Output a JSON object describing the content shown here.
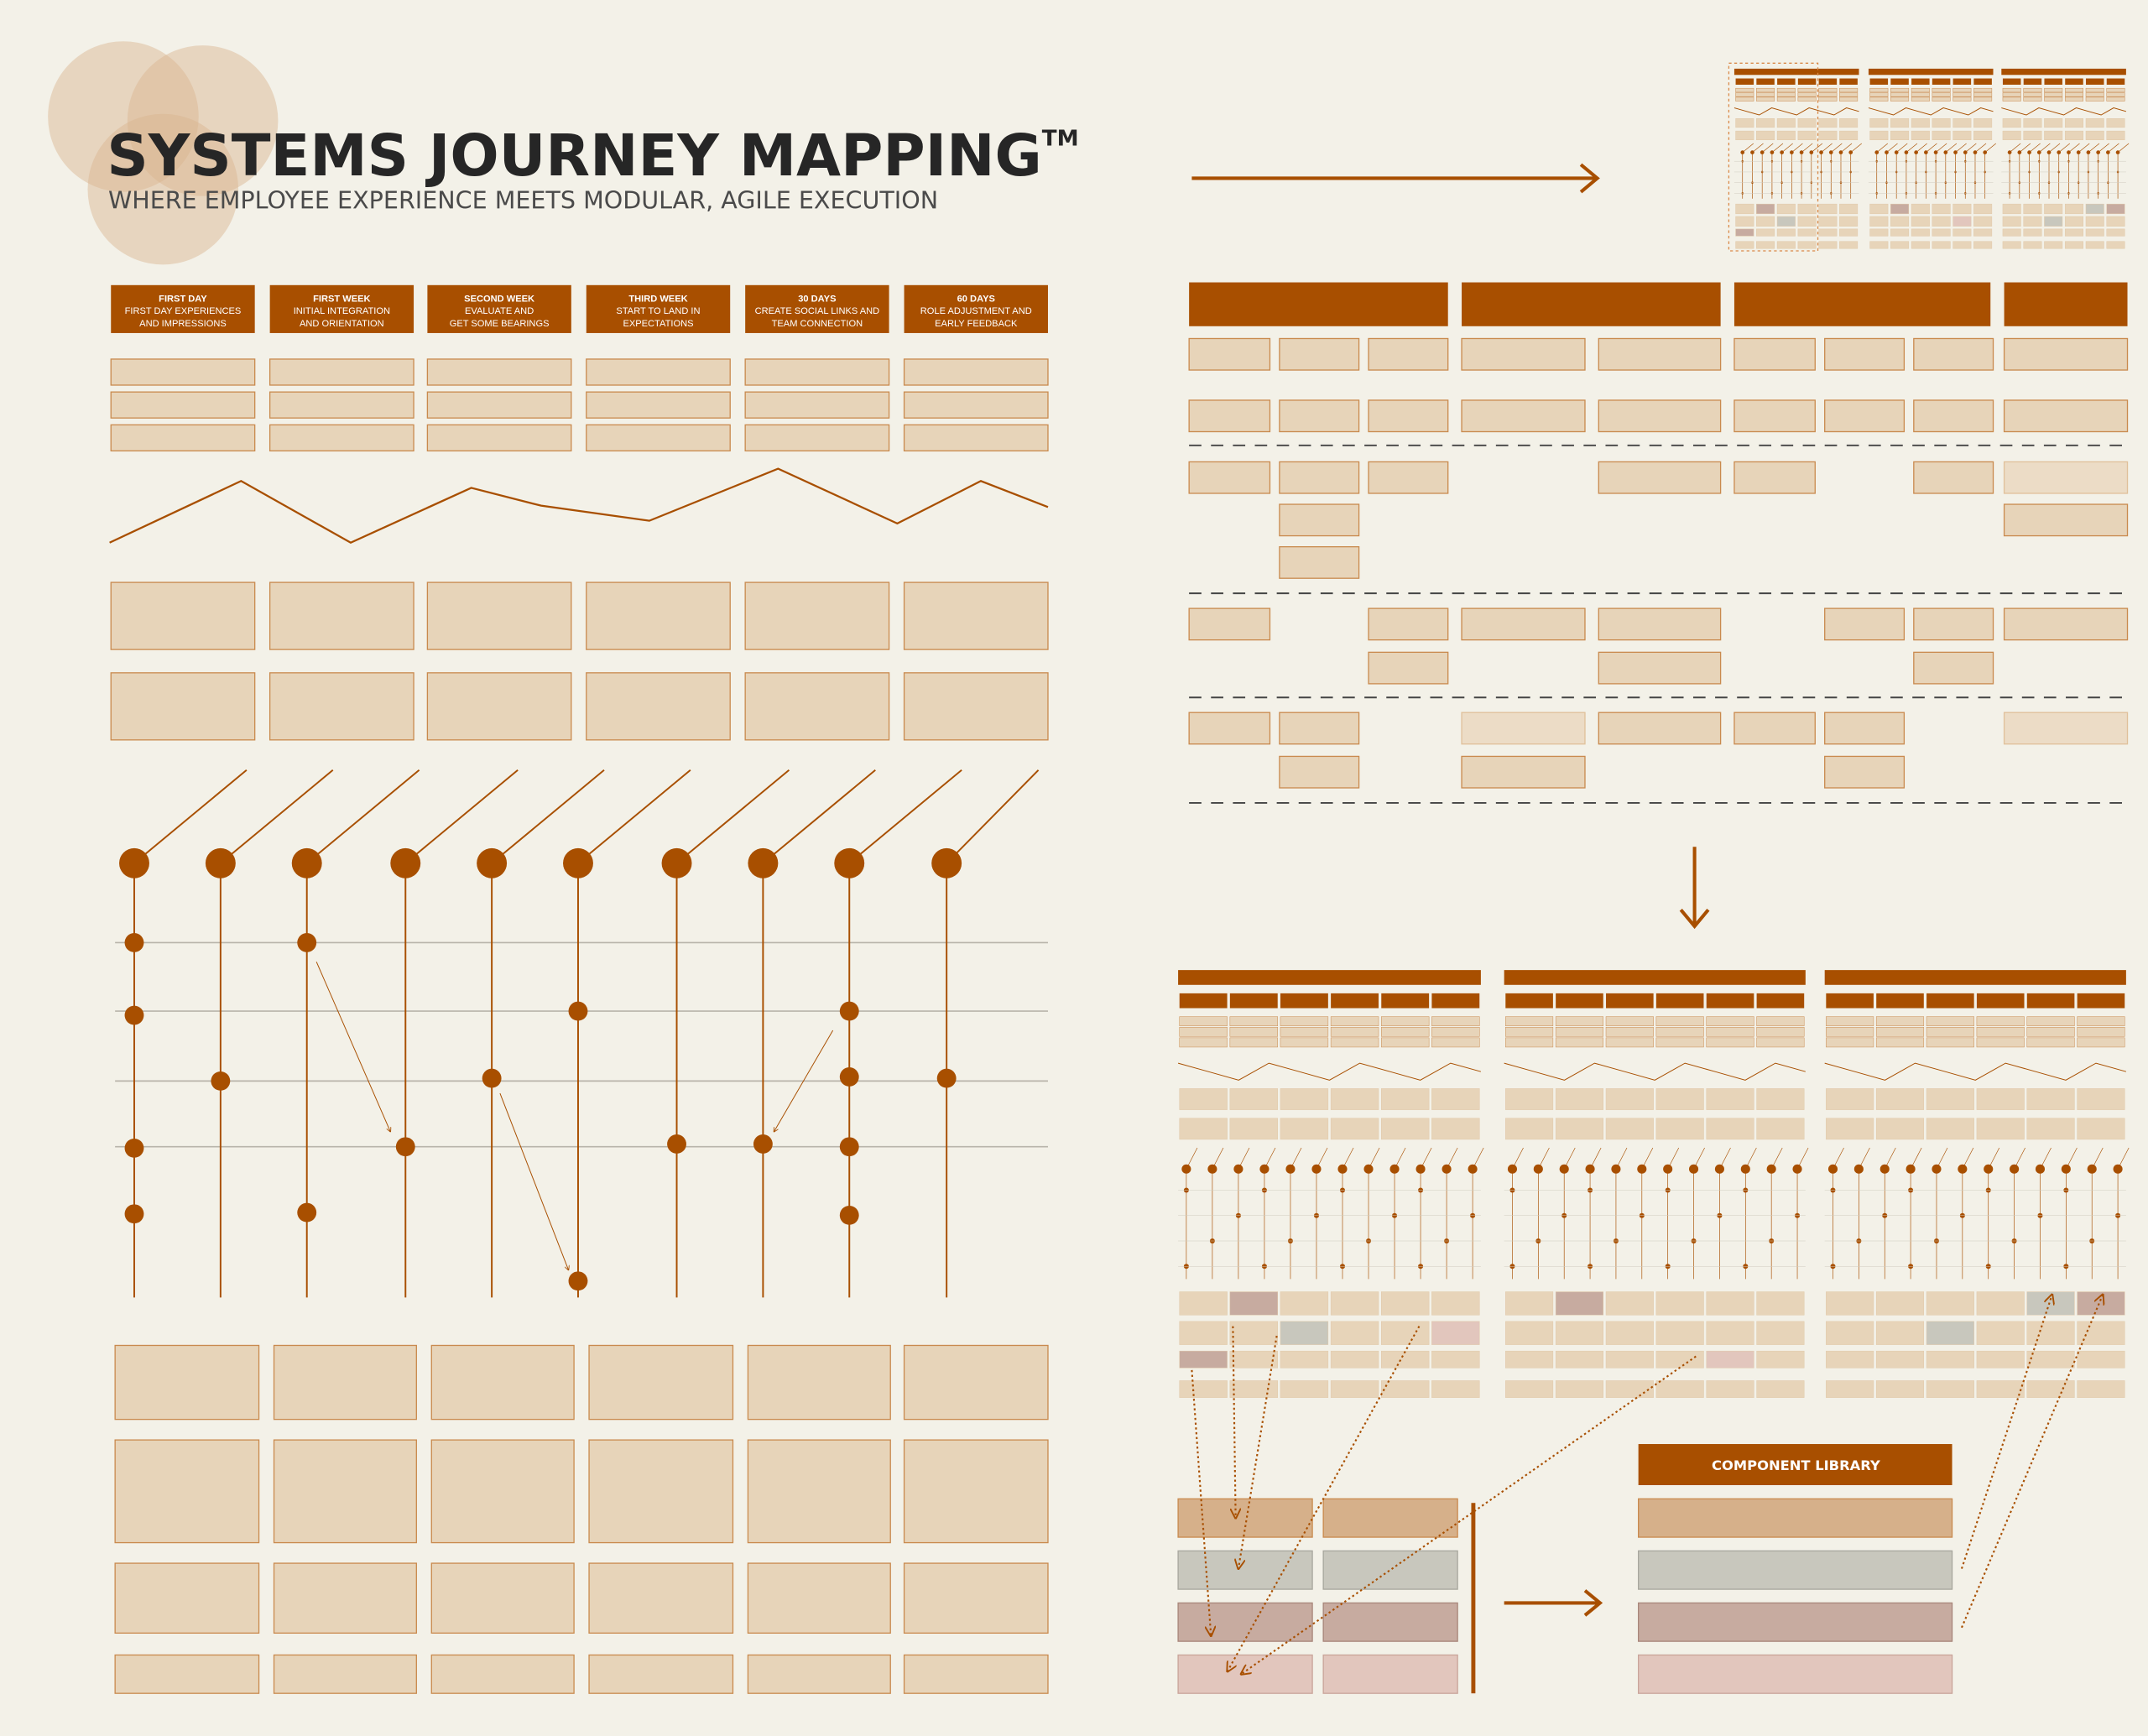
{
  "header": {
    "title": "SYSTEMS JOURNEY MAPPING",
    "trademark": "TM",
    "subtitle": "WHERE EMPLOYEE EXPERIENCE MEETS MODULAR, AGILE EXECUTION"
  },
  "phases": [
    {
      "title": "FIRST DAY",
      "line1": "FIRST DAY EXPERIENCES",
      "line2": "AND IMPRESSIONS"
    },
    {
      "title": "FIRST WEEK",
      "line1": "INITIAL INTEGRATION",
      "line2": "AND ORIENTATION"
    },
    {
      "title": "SECOND WEEK",
      "line1": "EVALUATE AND",
      "line2": "GET SOME BEARINGS"
    },
    {
      "title": "THIRD WEEK",
      "line1": "START TO LAND IN",
      "line2": "EXPECTATIONS"
    },
    {
      "title": "30 DAYS",
      "line1": "CREATE SOCIAL LINKS AND",
      "line2": "TEAM CONNECTION"
    },
    {
      "title": "60 DAYS",
      "line1": "ROLE ADJUSTMENT AND",
      "line2": "EARLY FEEDBACK"
    }
  ],
  "library": {
    "label": "COMPONENT LIBRARY"
  },
  "colors": {
    "accent": "#a84f00",
    "box": "#e7d4b9",
    "box_stroke": "#c98a4e",
    "tan": "#d6b08a",
    "gray": "#c8c7bd",
    "mauve": "#c7aba0",
    "pink": "#e2c6bd",
    "background": "#f3f1e8"
  }
}
